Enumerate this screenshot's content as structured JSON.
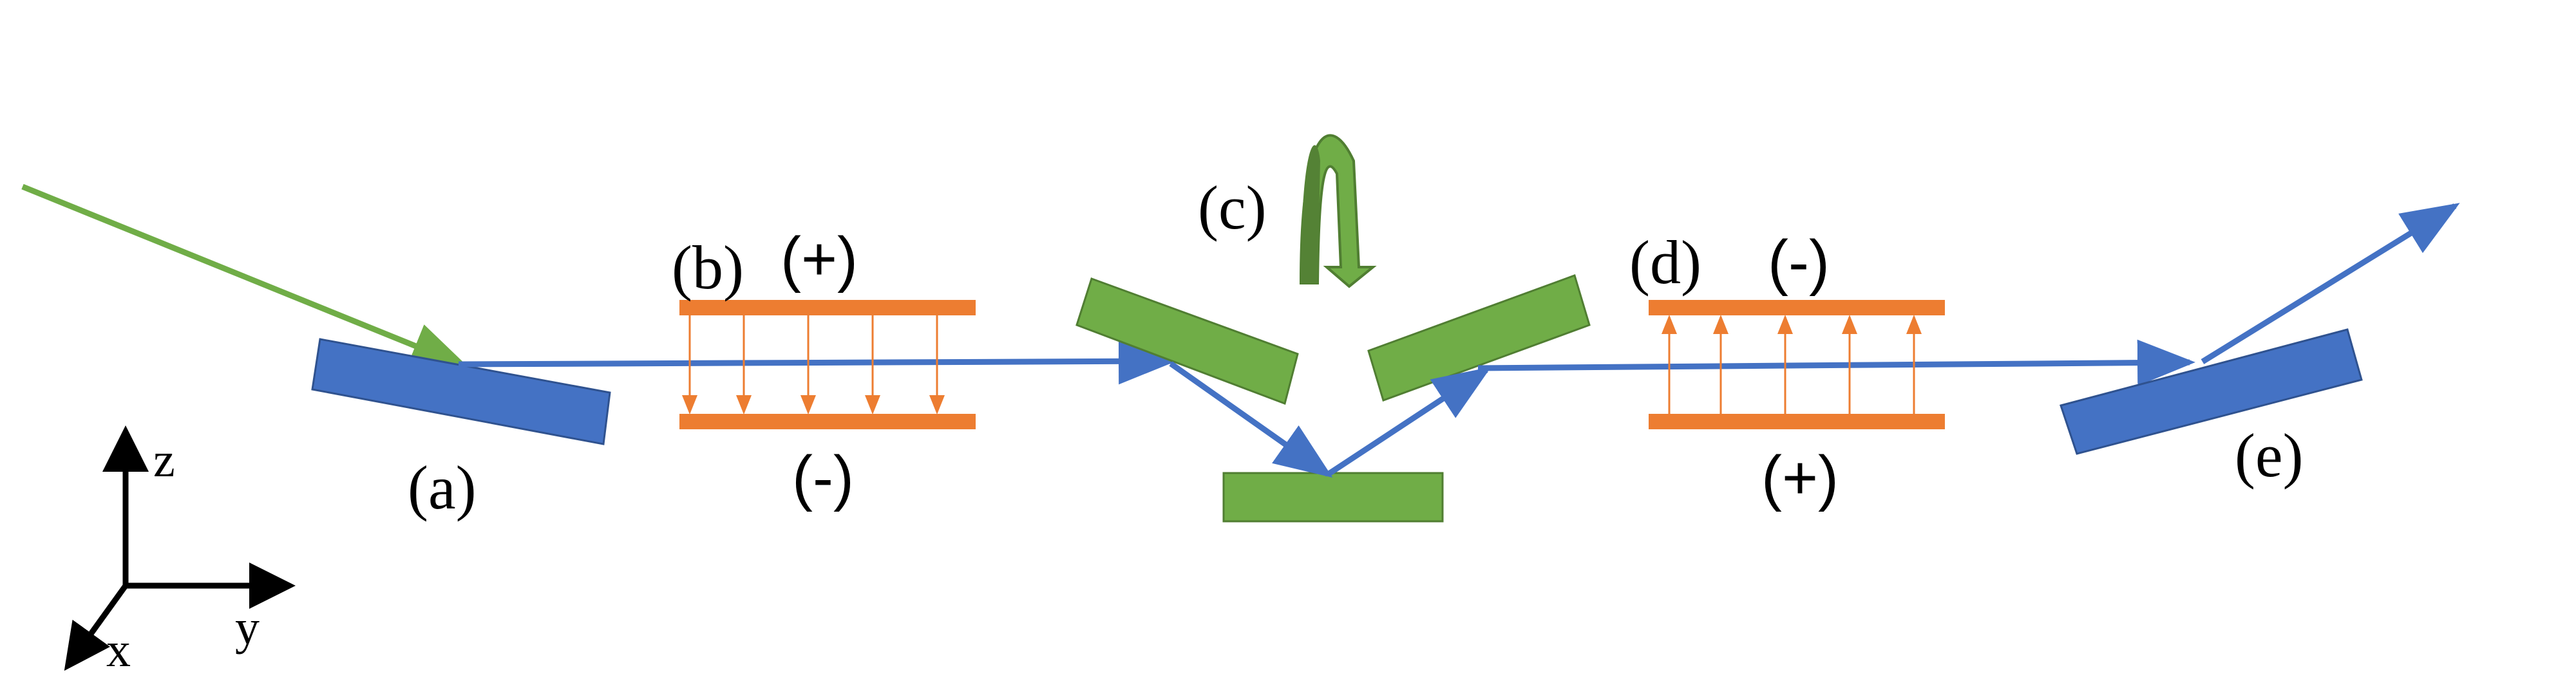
{
  "labels": {
    "a": "(a)",
    "b": "(b)",
    "c": "(c)",
    "d": "(d)",
    "e": "(e)"
  },
  "polarity": {
    "b_top": "(+)",
    "b_bottom": "(-)",
    "d_top": "(-)",
    "d_bottom": "(+)"
  },
  "axes": {
    "z": "z",
    "x": "x",
    "y": "y"
  },
  "colors": {
    "incoming_beam": "#70AD47",
    "beam": "#4472C4",
    "mirror_blue": "#4472C4",
    "mirror_green": "#70AD47",
    "mirror_green_stroke": "#507E32",
    "plates": "#ED7D31",
    "axis": "#000000"
  },
  "icons": {
    "rotation": "curved-rotation-arrow-icon"
  }
}
